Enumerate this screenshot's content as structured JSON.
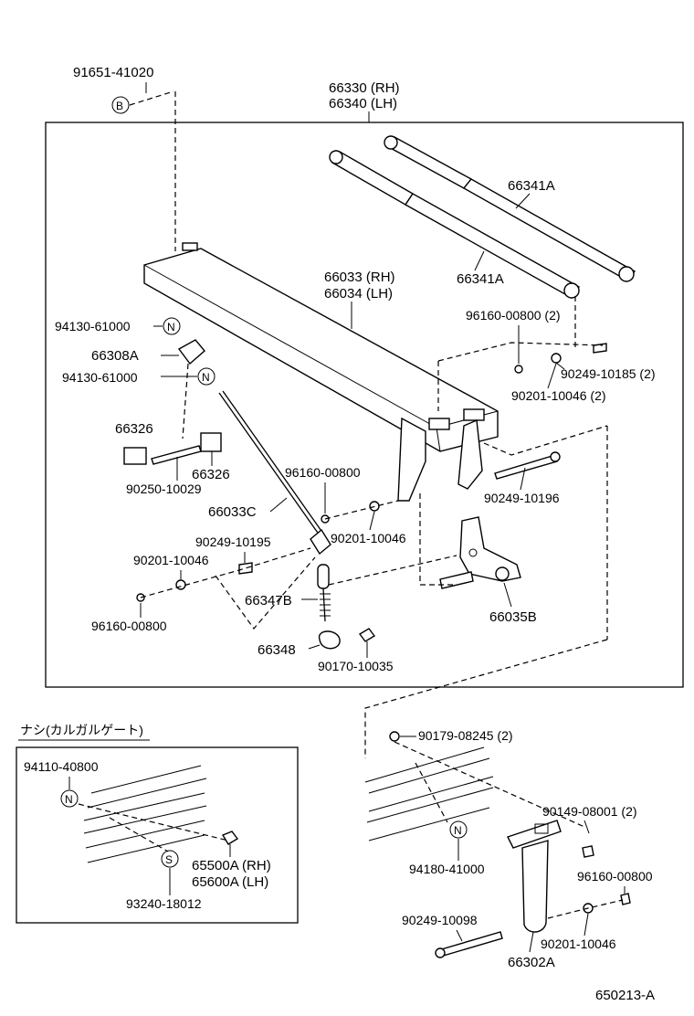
{
  "labels": {
    "p91651": "91651-41020",
    "p66330": "66330 (RH)",
    "p66340": "66340 (LH)",
    "p66341a_top": "66341A",
    "p66341a_mid": "66341A",
    "p66033": "66033 (RH)",
    "p66034": "66034 (LH)",
    "p96160_2": "96160-00800 (2)",
    "p90249_10185": "90249-10185 (2)",
    "p90201_10046_2": "90201-10046 (2)",
    "p94130_a": "94130-61000",
    "p66308a": "66308A",
    "p94130_b": "94130-61000",
    "p66326_a": "66326",
    "p66326_b": "66326",
    "p90250": "90250-10029",
    "p96160_mid": "96160-00800",
    "p90249_10196": "90249-10196",
    "p66033c": "66033C",
    "p90201_mid": "90201-10046",
    "p90249_10195": "90249-10195",
    "p90201_left": "90201-10046",
    "p66347b": "66347B",
    "p96160_left": "96160-00800",
    "p66035b": "66035B",
    "p66348": "66348",
    "p90170": "90170-10035",
    "inset_title": "ナシ(カルガルゲート)",
    "p94110": "94110-40800",
    "p65500a": "65500A (RH)",
    "p65600a": "65600A (LH)",
    "p93240": "93240-18012",
    "p90179": "90179-08245 (2)",
    "p90149": "90149-08001 (2)",
    "p94180": "94180-41000",
    "p96160_br": "96160-00800",
    "p90249_10098": "90249-10098",
    "p90201_br": "90201-10046",
    "p66302a": "66302A",
    "diagram_id": "650213-A"
  },
  "circle_marks": {
    "b": "B",
    "n1": "N",
    "n2": "N",
    "n3": "N",
    "n4": "N",
    "s": "S"
  }
}
